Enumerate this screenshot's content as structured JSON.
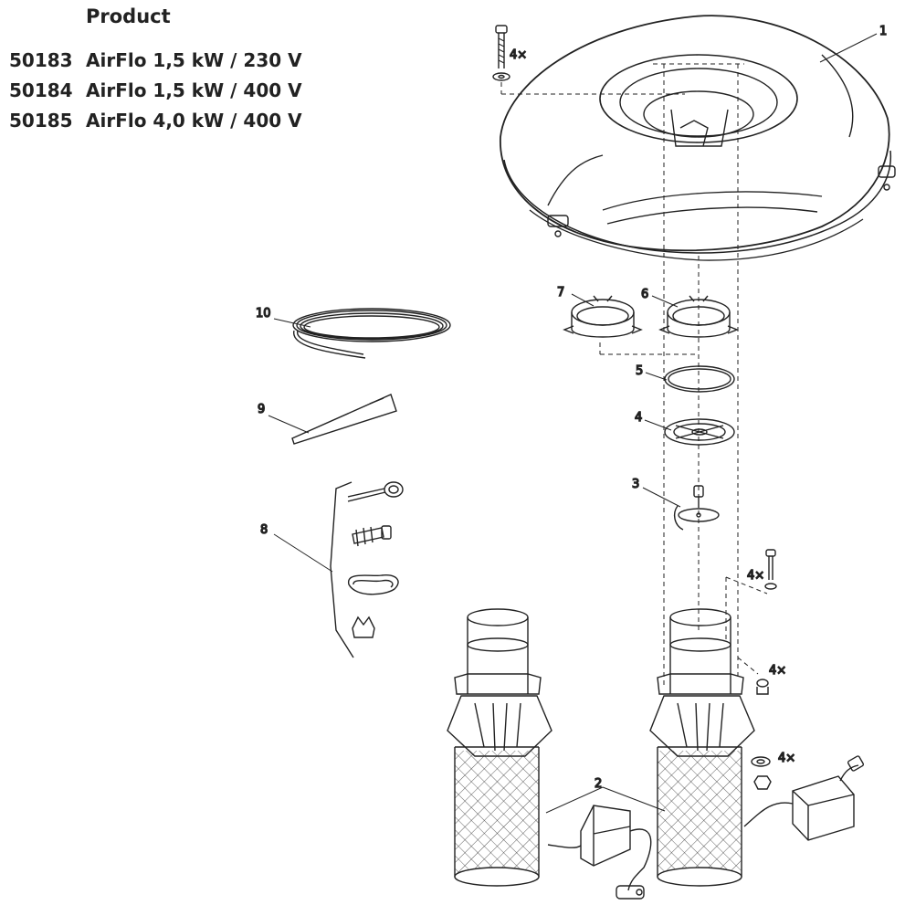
{
  "header": {
    "title": "Product",
    "products": [
      {
        "code": "50183",
        "name": "AirFlo 1,5 kW / 230 V"
      },
      {
        "code": "50184",
        "name": "AirFlo 1,5 kW / 400 V"
      },
      {
        "code": "50185",
        "name": "AirFlo 4,0 kW / 400 V"
      }
    ]
  },
  "callouts": {
    "p1": "1",
    "p2": "2",
    "p3": "3",
    "p4": "4",
    "p5": "5",
    "p6": "6",
    "p7": "7",
    "p8": "8",
    "p9": "9",
    "p10": "10"
  },
  "quantities": {
    "top_bolts": "4×",
    "side_bolt": "4×",
    "side_nut": "4×",
    "side_washer_nut": "4×"
  }
}
